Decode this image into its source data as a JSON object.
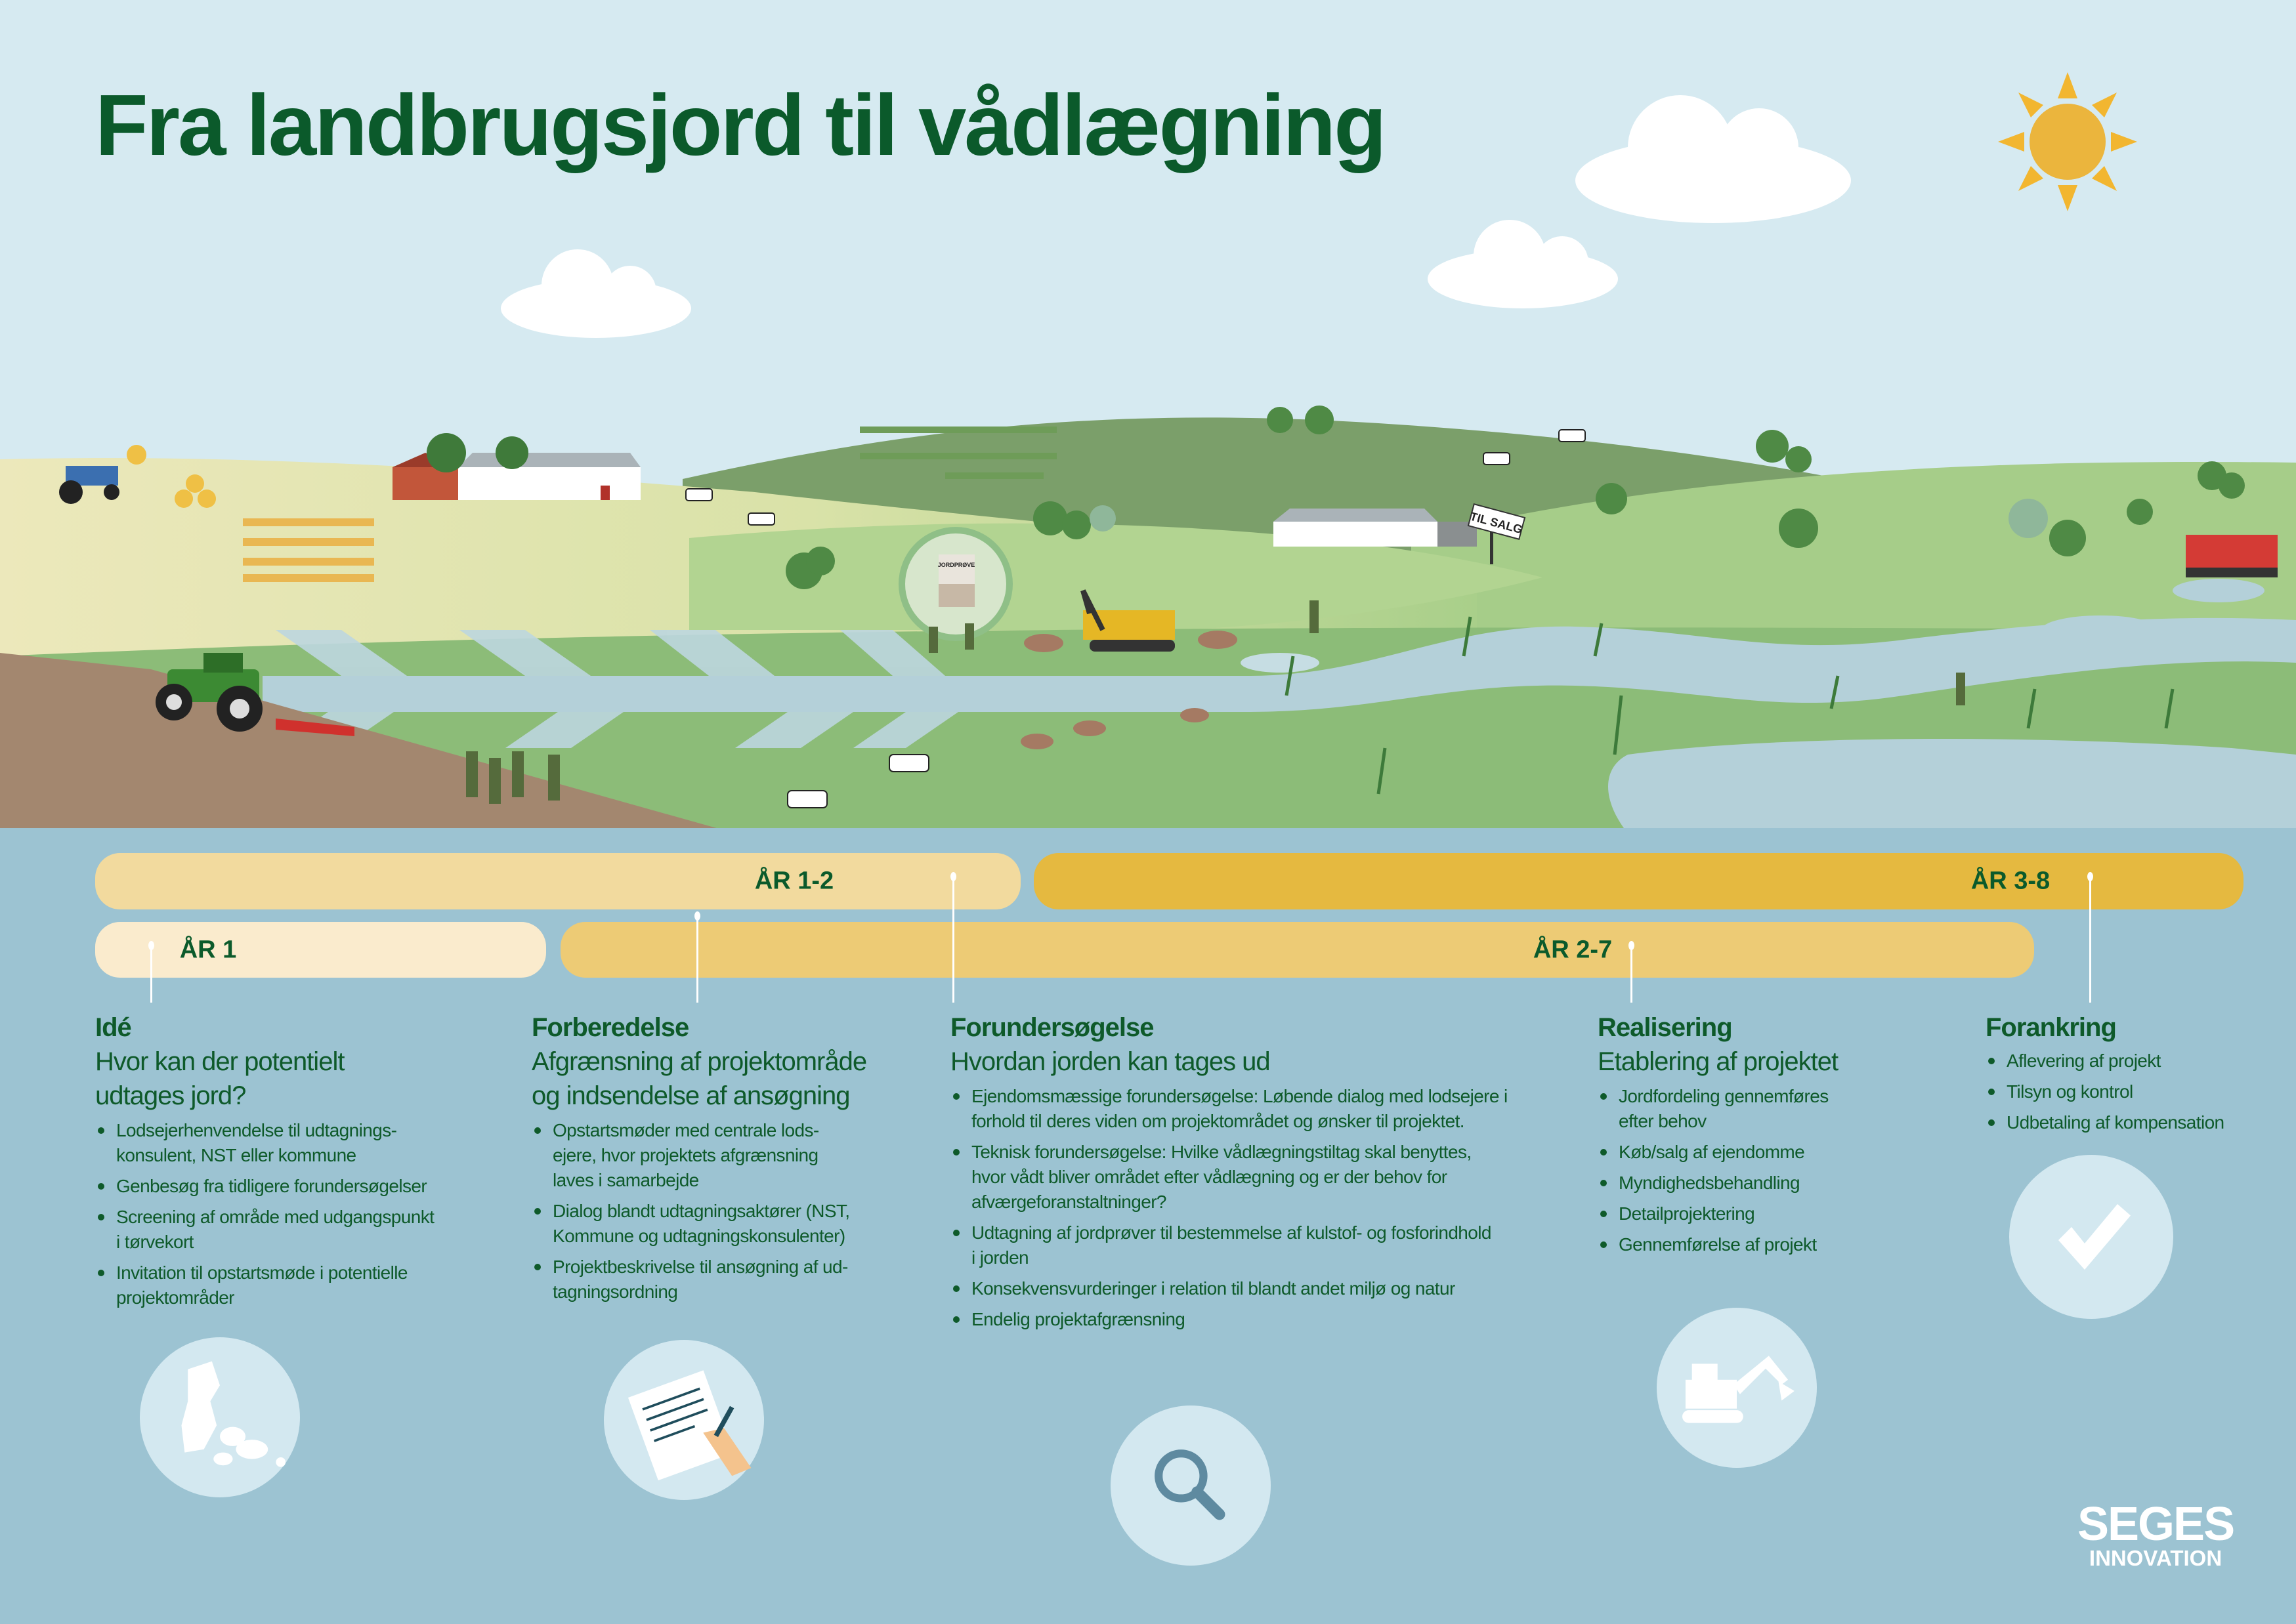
{
  "title": "Fra landbrugsjord til vådlægning",
  "scene": {
    "sign_for_sale": "TIL SALG",
    "sample_label": "JORDPRØVE"
  },
  "timeline": {
    "top": [
      {
        "label": "ÅR 1-2",
        "color": "#f2da9e"
      },
      {
        "label": "ÅR 3-8",
        "color": "#e5b940"
      }
    ],
    "bottom": [
      {
        "label": "ÅR 1",
        "color": "#faebcd"
      },
      {
        "label": "ÅR 2-7",
        "color": "#edcb75"
      }
    ]
  },
  "phases": [
    {
      "title": "Idé",
      "subtitle": "Hvor kan der potentielt\nudtages jord?",
      "bullets": [
        "Lodsejerhenvendelse til udtagnings-\nkonsulent, NST eller kommune",
        "Genbesøg fra tidligere forundersøgelser",
        "Screening af område med udgangspunkt\ni tørvekort",
        "Invitation til opstartsmøde i potentielle\nprojektområder"
      ],
      "icon": "denmark-map-icon"
    },
    {
      "title": "Forberedelse",
      "subtitle": "Afgrænsning af projektområde\nog indsendelse af ansøgning",
      "bullets": [
        "Opstartsmøder med centrale lods-\nejere, hvor projektets afgrænsning\nlaves i samarbejde",
        "Dialog blandt udtagningsaktører (NST,\nKommune og udtagningskonsulenter)",
        "Projektbeskrivelse til ansøgning af ud-\ntagningsordning"
      ],
      "icon": "document-writing-icon"
    },
    {
      "title": "Forundersøgelse",
      "subtitle": "Hvordan jorden kan tages ud",
      "bullets": [
        "Ejendomsmæssige forundersøgelse: Løbende dialog med lodsejere i\nforhold til deres viden om projektområdet og ønsker til projektet.",
        "Teknisk forundersøgelse: Hvilke vådlægningstiltag skal benyttes,\nhvor vådt bliver området efter vådlægning og er der behov for\nafværgeforanstaltninger?",
        "Udtagning af jordprøver til bestemmelse af kulstof- og fosforindhold\ni jorden",
        "Konsekvensvurderinger i relation til blandt andet miljø og natur",
        "Endelig projektafgrænsning"
      ],
      "icon": "magnifier-icon"
    },
    {
      "title": "Realisering",
      "subtitle": "Etablering af projektet",
      "bullets": [
        "Jordfordeling gennemføres\nefter behov",
        "Køb/salg af ejendomme",
        "Myndighedsbehandling",
        "Detailprojektering",
        "Gennemførelse af projekt"
      ],
      "icon": "excavator-icon"
    },
    {
      "title": "Forankring",
      "subtitle": "",
      "bullets": [
        "Aflevering af projekt",
        "Tilsyn og kontrol",
        "Udbetaling af kompensation"
      ],
      "icon": "checkmark-icon"
    }
  ],
  "logo": {
    "line1": "SEGES",
    "line2": "INNOVATION"
  },
  "colors": {
    "title": "#0b5a2b",
    "sky": "#d6eaf1",
    "bottom": "#9cc3d2",
    "water": "#b4d0d9"
  }
}
